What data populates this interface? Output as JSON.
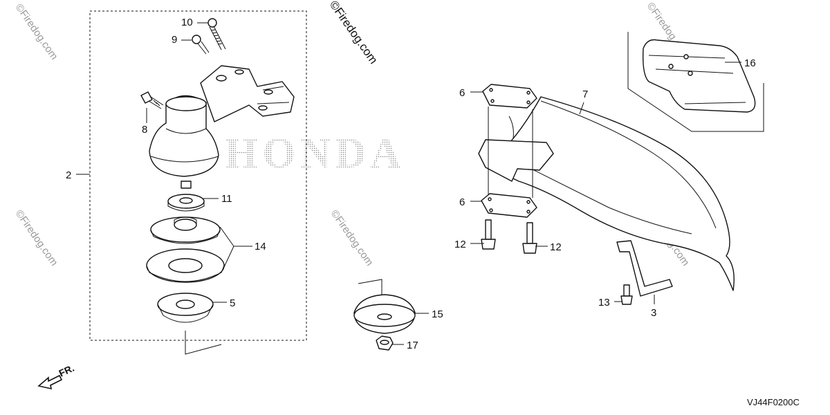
{
  "watermark": {
    "diagonal_text": "©Firedog.com",
    "brand_text": "HONDA"
  },
  "callouts": {
    "c2": "2",
    "c3": "3",
    "c5": "5",
    "c6a": "6",
    "c6b": "6",
    "c7": "7",
    "c8": "8",
    "c9": "9",
    "c10": "10",
    "c11": "11",
    "c12a": "12",
    "c12b": "12",
    "c13": "13",
    "c14": "14",
    "c15": "15",
    "c16": "16",
    "c17": "17"
  },
  "front_indicator": "FR.",
  "diagram_code": "VJ44F0200C"
}
